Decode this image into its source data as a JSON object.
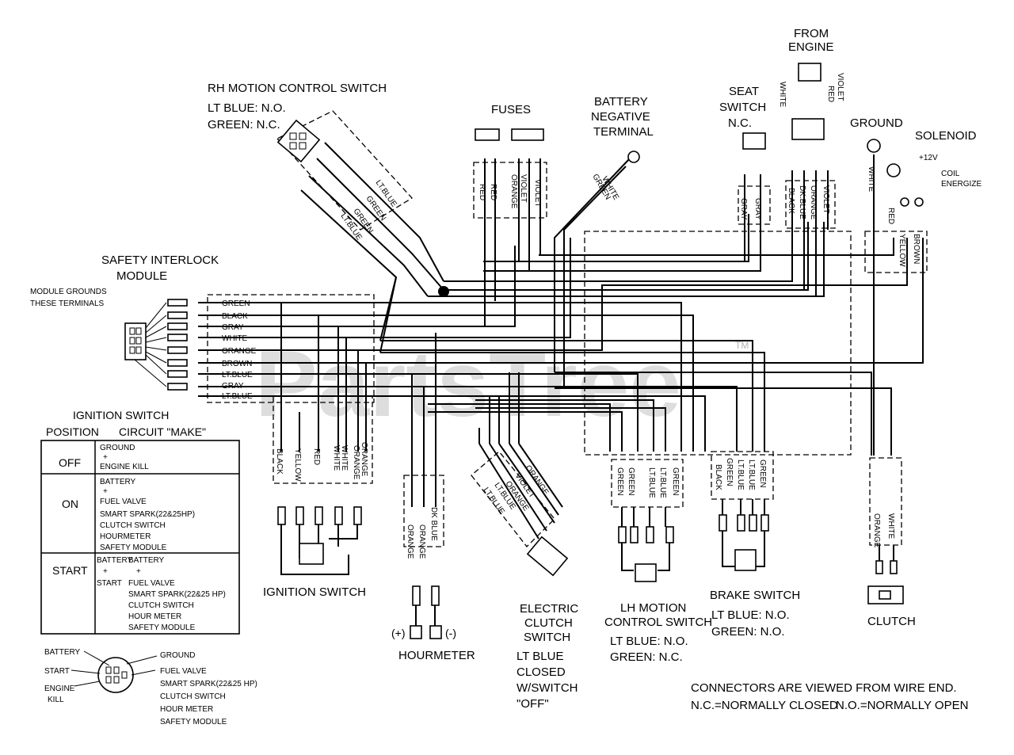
{
  "watermark": "PartsTree",
  "watermark_tm": "TM",
  "components": {
    "rh_switch": {
      "title": "RH MOTION CONTROL SWITCH",
      "line1": "LT BLUE: N.O.",
      "line2": "GREEN: N.C.",
      "wires": [
        "LT.BLUE",
        "GREEN",
        "GREEN",
        "LT.BLUE"
      ]
    },
    "fuses": {
      "title": "FUSES",
      "wires": [
        "RED",
        "RED",
        "VIOLET",
        "ORANGE",
        "VIOLET"
      ]
    },
    "battery_neg": {
      "line1": "BATTERY",
      "line2": "NEGATIVE",
      "line3": "TERMINAL",
      "wire": "WHITE",
      "wire2": "GREEN"
    },
    "seat_switch": {
      "line1": "SEAT",
      "line2": "SWITCH",
      "line3": "N.C.",
      "wires": [
        "GRAY",
        "GRAY"
      ]
    },
    "from_engine": {
      "line1": "FROM",
      "line2": "ENGINE",
      "wires_top": [
        "WHITE",
        "VIOLET",
        "RED"
      ],
      "wires": [
        "BLACK",
        "DK.BLUE",
        "ORANGE",
        "VIOLET"
      ]
    },
    "ground": {
      "title": "GROUND",
      "wire": "WHITE"
    },
    "solenoid": {
      "title": "SOLENOID",
      "plus12": "+12V",
      "coil1": "COIL",
      "coil2": "ENERGIZE",
      "wires": [
        "RED",
        "YELLOW",
        "BROWN"
      ]
    },
    "safety_module": {
      "line1": "SAFETY INTERLOCK",
      "line2": "MODULE",
      "note1": "MODULE GROUNDS",
      "note2": "THESE TERMINALS",
      "wires": [
        "GREEN",
        "BLACK",
        "GRAY",
        "WHITE",
        "ORANGE",
        "BROWN",
        "LT.BLUE",
        "GRAY",
        "LT.BLUE"
      ]
    },
    "ignition_switch": {
      "title": "IGNITION SWITCH",
      "wires": [
        "BLACK",
        "YELLOW",
        "RED",
        "WHITE",
        "WHITE",
        "ORANGE",
        "ORANGE"
      ]
    },
    "hourmeter": {
      "title": "HOURMETER",
      "plus": "(+)",
      "minus": "(-)",
      "wires": [
        "ORANGE",
        "ORANGE",
        "DK BLUE"
      ]
    },
    "clutch_switch": {
      "line1": "ELECTRIC",
      "line2": "CLUTCH",
      "line3": "SWITCH",
      "note1": "LT BLUE",
      "note2": "CLOSED",
      "note3": "W/SWITCH",
      "note4": "\"OFF\"",
      "wires": [
        "ORANGE",
        "VIOLET",
        "ORANGE",
        "LT.BLUE",
        "LT.BLUE"
      ]
    },
    "lh_switch": {
      "line1": "LH MOTION",
      "line2": "CONTROL SWITCH",
      "note1": "LT BLUE: N.O.",
      "note2": "GREEN: N.C.",
      "wires": [
        "GREEN",
        "GREEN",
        "LT.BLUE",
        "LT.BLUE",
        "GREEN"
      ]
    },
    "brake_switch": {
      "title": "BRAKE SWITCH",
      "note1": "LT BLUE: N.O.",
      "note2": "GREEN: N.O.",
      "wires": [
        "BLACK",
        "GREEN",
        "LT.BLUE",
        "LT.BLUE",
        "GREEN"
      ]
    },
    "clutch": {
      "title": "CLUTCH",
      "wires": [
        "ORANGE",
        "WHITE"
      ]
    }
  },
  "ignition_table": {
    "title": "IGNITION SWITCH",
    "col1": "POSITION",
    "col2": "CIRCUIT \"MAKE\"",
    "rows": [
      {
        "position": "OFF",
        "lines": [
          "GROUND",
          "+",
          "ENGINE KILL"
        ]
      },
      {
        "position": "ON",
        "lines": [
          "BATTERY",
          "+",
          "FUEL VALVE",
          "SMART SPARK(22&25HP)",
          "CLUTCH SWITCH",
          "HOURMETER",
          "SAFETY MODULE"
        ]
      },
      {
        "position": "START",
        "lines": [
          "BATTERY",
          "BATTERY",
          "+",
          "+",
          "START",
          "FUEL VALVE",
          "SMART SPARK(22&25 HP)",
          "CLUTCH SWITCH",
          "HOUR METER",
          "SAFETY MODULE"
        ]
      }
    ]
  },
  "key_legend": {
    "left": [
      "BATTERY",
      "START",
      "ENGINE",
      "KILL"
    ],
    "right": [
      "GROUND",
      "FUEL VALVE",
      "SMART SPARK(22&25 HP)",
      "CLUTCH SWITCH",
      "HOUR METER",
      "SAFETY MODULE"
    ]
  },
  "notes": {
    "line1": "CONNECTORS ARE VIEWED FROM WIRE END.",
    "line2": "N.C.=NORMALLY CLOSED",
    "line3": "N.O.=NORMALLY OPEN"
  }
}
